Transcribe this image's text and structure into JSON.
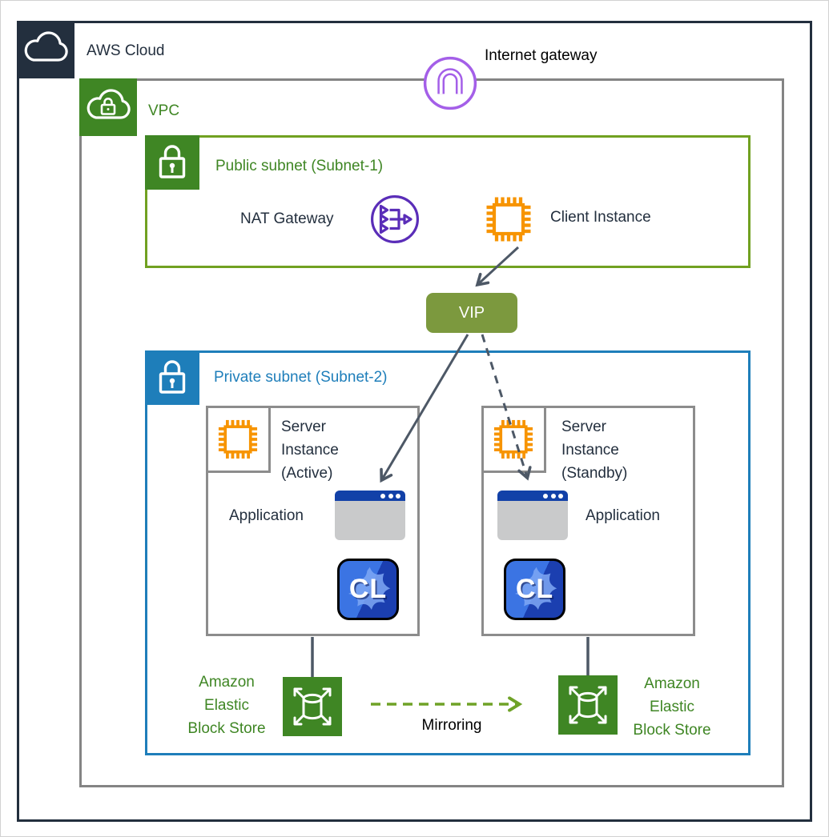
{
  "colors": {
    "aws_dark": "#232F3E",
    "green": "#3F8624",
    "public_subnet_border": "#71A121",
    "vip_olive": "#7C993E",
    "blue": "#1E7EBA",
    "internet_gateway_purple": "#A45FE8",
    "nat_gateway_purple": "#5A2DB8",
    "instance_orange": "#F79400",
    "arrow_gray": "#4D5866",
    "mirroring_green": "#6FA227",
    "app_titlebar_blue": "#1241A8",
    "cl_badge_blue": "#2E63D8"
  },
  "aws_cloud": {
    "label": "AWS Cloud"
  },
  "internet_gateway": {
    "label": "Internet gateway"
  },
  "vpc": {
    "label": "VPC"
  },
  "public_subnet": {
    "label": "Public subnet (Subnet-1)",
    "nat_gateway_label": "NAT Gateway",
    "client_instance_label": "Client Instance"
  },
  "vip": {
    "label": "VIP"
  },
  "private_subnet": {
    "label": "Private subnet (Subnet-2)",
    "server_active": {
      "label_lines": [
        "Server",
        "Instance",
        "(Active)"
      ],
      "application_label": "Application",
      "cluster_badge": "CL"
    },
    "server_standby": {
      "label_lines": [
        "Server",
        "Instance",
        "(Standby)"
      ],
      "application_label": "Application",
      "cluster_badge": "CL"
    },
    "ebs_left": {
      "label_lines": [
        "Amazon",
        "Elastic",
        "Block Store"
      ]
    },
    "ebs_right": {
      "label_lines": [
        "Amazon",
        "Elastic",
        "Block Store"
      ]
    },
    "mirroring_label": "Mirroring"
  }
}
